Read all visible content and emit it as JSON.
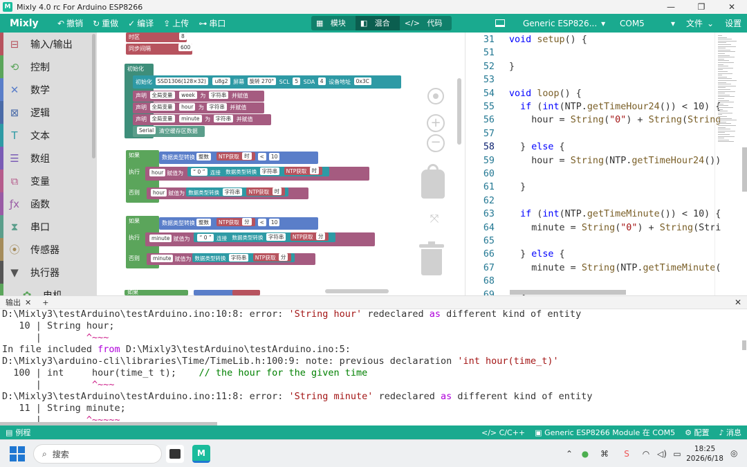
{
  "window": {
    "title": "Mixly 4.0 rc For Arduino ESP8266",
    "app_icon": "mixly-icon",
    "controls": [
      "—",
      "❐",
      "✕"
    ]
  },
  "toolbar": {
    "brand": "Mixly",
    "buttons": [
      {
        "icon": "undo-icon",
        "label": "撤销"
      },
      {
        "icon": "redo-icon",
        "label": "重做"
      },
      {
        "icon": "check-icon",
        "label": "编译"
      },
      {
        "icon": "upload-icon",
        "label": "上传"
      },
      {
        "icon": "serial-icon",
        "label": "串口"
      }
    ],
    "view_modes": [
      "模块",
      "混合",
      "代码"
    ],
    "active_mode": "混合",
    "board": "Generic ESP826...",
    "port": "COM5",
    "file_menu": "文件",
    "settings_menu": "设置",
    "accent": "#1aaa8f"
  },
  "sidebar": {
    "categories": [
      {
        "label": "输入/输出",
        "icon": "io-icon",
        "color": "#b7535e",
        "glyph": "⊟"
      },
      {
        "label": "控制",
        "icon": "control-icon",
        "color": "#5ba55b",
        "glyph": "⟲"
      },
      {
        "label": "数学",
        "icon": "math-icon",
        "color": "#5a7ec9",
        "glyph": "✕"
      },
      {
        "label": "逻辑",
        "icon": "logic-icon",
        "color": "#4a6ba8",
        "glyph": "⊠"
      },
      {
        "label": "文本",
        "icon": "text-icon",
        "color": "#2e9aa5",
        "glyph": "T"
      },
      {
        "label": "数组",
        "icon": "array-icon",
        "color": "#7a5cb5",
        "glyph": "☰"
      },
      {
        "label": "变量",
        "icon": "variable-icon",
        "color": "#b55c8c",
        "glyph": "⧉"
      },
      {
        "label": "函数",
        "icon": "function-icon",
        "color": "#995ba5",
        "glyph": "ƒx"
      },
      {
        "label": "串口",
        "icon": "serial-port-icon",
        "color": "#5b9e8b",
        "glyph": "⧗"
      },
      {
        "label": "传感器",
        "icon": "sensor-icon",
        "color": "#a58c5b",
        "glyph": "⦿"
      },
      {
        "label": "执行器",
        "icon": "actuator-icon",
        "color": "#555555",
        "glyph": "▼"
      },
      {
        "label": "电机",
        "icon": "motor-icon",
        "color": "#5ba55b",
        "glyph": "✿"
      }
    ]
  },
  "workspace": {
    "top_blocks": {
      "timezone": "时区",
      "timezone_value": "8",
      "sync_interval": "同步间隔",
      "sync_value": "600"
    },
    "init": {
      "title": "初始化",
      "display_init": "初始化",
      "display_model": "SSD1306(128×32)",
      "lib": "u8g2",
      "screen": "屏幕",
      "rotate": "旋转 270°",
      "scl_label": "SCL",
      "scl": "5",
      "sda_label": "SDA",
      "sda": "4",
      "addr_label": "设备地址",
      "addr": "0x3C",
      "declares": [
        {
          "kw": "声明",
          "scope": "全局变量",
          "name": "week",
          "as": "为",
          "type": "字符串",
          "assign": "并赋值"
        },
        {
          "kw": "声明",
          "scope": "全局变量",
          "name": "hour",
          "as": "为",
          "type": "字符串",
          "assign": "并赋值"
        },
        {
          "kw": "声明",
          "scope": "全局变量",
          "name": "minute",
          "as": "为",
          "type": "字符串",
          "assign": "并赋值"
        }
      ],
      "serial": "Serial",
      "serial_action": "清空缓存区数据"
    },
    "if_blocks": [
      {
        "if": "如果",
        "convert": "数据类型转换",
        "int_type": "整数",
        "ntp": "NTP获取",
        "unit": "时",
        "op": "<",
        "num": "10",
        "do": "执行",
        "var": "hour",
        "assign": "赋值为",
        "quote": "“ 0 ”",
        "concat": "连接",
        "convert2": "数据类型转换",
        "str_type": "字符串",
        "ntp2": "NTP获取",
        "unit2": "时",
        "else": "否则",
        "var2": "hour",
        "assign2": "赋值为",
        "convert3": "数据类型转换",
        "str_type2": "字符串",
        "ntp3": "NTP获取",
        "unit3": "时"
      },
      {
        "if": "如果",
        "convert": "数据类型转换",
        "int_type": "整数",
        "ntp": "NTP获取",
        "unit": "分",
        "op": "<",
        "num": "10",
        "do": "执行",
        "var": "minute",
        "assign": "赋值为",
        "quote": "“ 0 ”",
        "concat": "连接",
        "convert2": "数据类型转换",
        "str_type": "字符串",
        "ntp2": "NTP获取",
        "unit2": "分",
        "else": "否则",
        "var2": "minute",
        "assign2": "赋值为",
        "convert3": "数据类型转换",
        "str_type2": "字符串",
        "ntp3": "NTP获取",
        "unit3": "分"
      }
    ],
    "partial_block": "如果"
  },
  "editor": {
    "lines": [
      {
        "n": "31",
        "t": "void setup() {"
      },
      {
        "n": "51",
        "t": ""
      },
      {
        "n": "52",
        "t": "}"
      },
      {
        "n": "53",
        "t": ""
      },
      {
        "n": "54",
        "t": "void loop() {"
      },
      {
        "n": "55",
        "t": "  if (int(NTP.getTimeHour24()) < 10) {"
      },
      {
        "n": "56",
        "t": "    hour = String(\"0\") + String(String"
      },
      {
        "n": "57",
        "t": ""
      },
      {
        "n": "58",
        "t": "  } else {"
      },
      {
        "n": "59",
        "t": "    hour = String(NTP.getTimeHour24())"
      },
      {
        "n": "60",
        "t": ""
      },
      {
        "n": "61",
        "t": "  }"
      },
      {
        "n": "62",
        "t": ""
      },
      {
        "n": "63",
        "t": "  if (int(NTP.getTimeMinute()) < 10) {"
      },
      {
        "n": "64",
        "t": "    minute = String(\"0\") + String(Stri"
      },
      {
        "n": "65",
        "t": ""
      },
      {
        "n": "66",
        "t": "  } else {"
      },
      {
        "n": "67",
        "t": "    minute = String(NTP.getTimeMinute("
      },
      {
        "n": "68",
        "t": ""
      },
      {
        "n": "69",
        "t": "  }"
      }
    ]
  },
  "output": {
    "tab_label": "输出",
    "add_tab": "+",
    "close": "✕",
    "lines": [
      {
        "a": "D:\\Mixly3\\testArduino\\testArduino.ino:10:8: error: ",
        "s": "'String hour'",
        "b": " redeclared ",
        "k": "as",
        "c": " different kind of entity"
      },
      {
        "a": "   10 | String hour;",
        "s": "",
        "b": "",
        "k": "",
        "c": ""
      },
      {
        "a": "      |        ",
        "s": "",
        "b": "",
        "k": "",
        "c": "",
        "caret": "^~~~"
      },
      {
        "a": "In file included ",
        "s": "",
        "b": "",
        "k": "from",
        "c": " D:\\Mixly3\\testArduino\\testArduino.ino:5:"
      },
      {
        "a": "D:\\Mixly3\\arduino-cli\\libraries\\Time/TimeLib.h:100:9: note: previous declaration ",
        "s": "'int hour(time_t)'",
        "b": "",
        "k": "",
        "c": ""
      },
      {
        "a": "  100 | int     hour(time_t t);    ",
        "s": "",
        "b": "",
        "k": "",
        "c": "",
        "cmt": "// the hour for the given time"
      },
      {
        "a": "      |         ",
        "s": "",
        "b": "",
        "k": "",
        "c": "",
        "caret": "^~~~"
      },
      {
        "a": "D:\\Mixly3\\testArduino\\testArduino.ino:11:8: error: ",
        "s": "'String minute'",
        "b": " redeclared ",
        "k": "as",
        "c": " different kind of entity"
      },
      {
        "a": "   11 | String minute;",
        "s": "",
        "b": "",
        "k": "",
        "c": ""
      },
      {
        "a": "      |        ",
        "s": "",
        "b": "",
        "k": "",
        "c": "",
        "caret": "^~~~~~"
      }
    ]
  },
  "statusbar": {
    "examples": "例程",
    "language": "C/C++",
    "board_port": "Generic ESP8266 Module 在 COM5",
    "config": "配置",
    "messages": "消息"
  },
  "taskbar": {
    "search_placeholder": "搜索",
    "time": "18:25",
    "date": "2026/6/18"
  }
}
